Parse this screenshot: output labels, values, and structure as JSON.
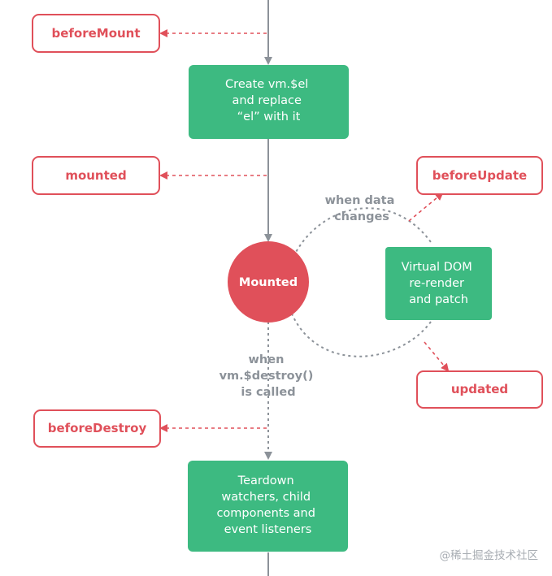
{
  "colors": {
    "hook_border": "#e0505a",
    "hook_text": "#e0505a",
    "step_fill": "#3dba81",
    "state_fill": "#e0505a",
    "flow_line": "#8c9299",
    "hook_arrow": "#e0505a",
    "background": "#ffffff"
  },
  "hooks": {
    "before_mount": "beforeMount",
    "mounted": "mounted",
    "before_update": "beforeUpdate",
    "updated": "updated",
    "before_destroy": "beforeDestroy"
  },
  "steps": {
    "create_el": [
      "Create vm.$el",
      "and replace",
      "“el” with it"
    ],
    "virtual_dom": [
      "Virtual DOM",
      "re-render",
      "and patch"
    ],
    "teardown": [
      "Teardown",
      "watchers, child",
      "components and",
      "event listeners"
    ]
  },
  "state": {
    "mounted": "Mounted"
  },
  "conditions": {
    "data_changes": [
      "when data",
      "changes"
    ],
    "destroy_called": [
      "when",
      "vm.$destroy()",
      "is called"
    ]
  },
  "watermark": "@稀土掘金技术社区"
}
